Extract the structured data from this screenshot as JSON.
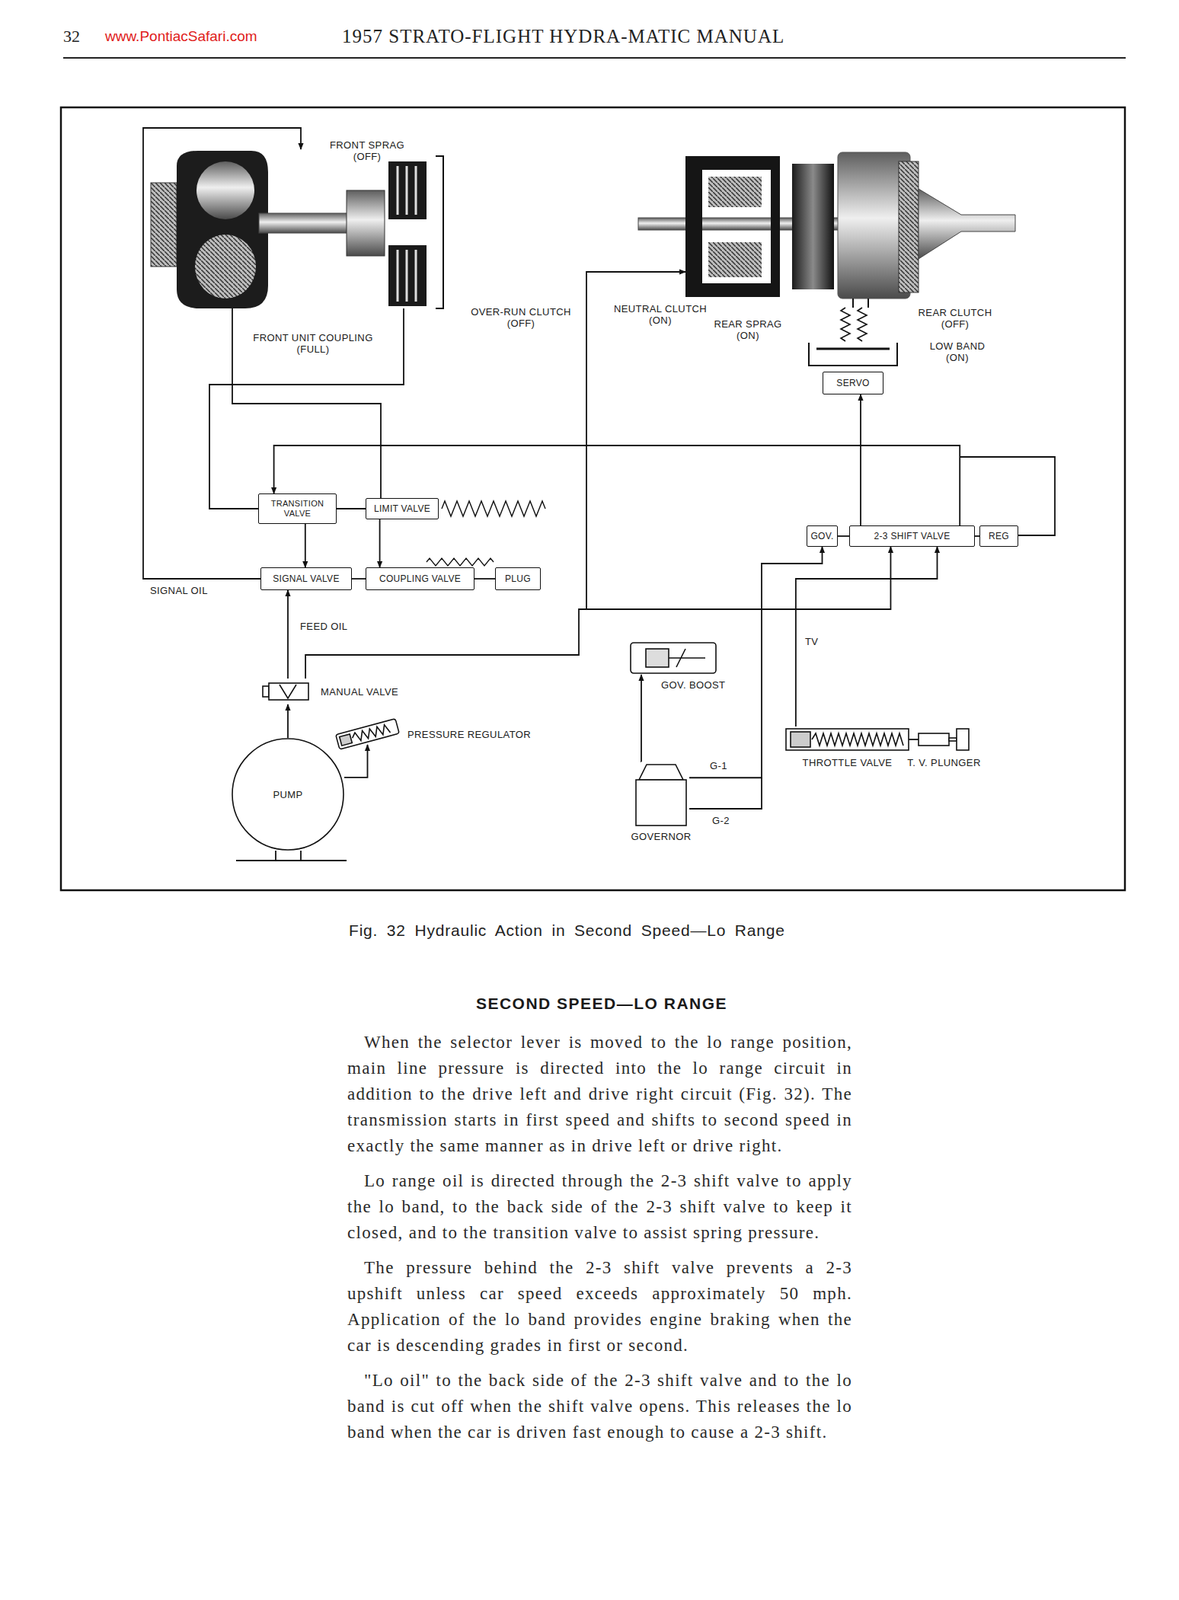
{
  "diagram": {
    "title": "SECOND SPEED—LO RANGE",
    "caption": "Fig. 32 Hydraulic Action in Second Speed—Lo Range",
    "nodes": [
      {
        "text": [
          "TRANSITION VALVE"
        ]
      },
      {
        "text": [
          "LIMIT VALVE"
        ]
      },
      {
        "text": [
          "SIGNAL VALVE"
        ]
      },
      {
        "text": [
          "COUPLING VALVE"
        ]
      },
      {
        "text": [
          "PLUG"
        ]
      },
      {
        "text": [
          "GOV."
        ]
      },
      {
        "text": [
          "2-3 SHIFT VALVE"
        ]
      },
      {
        "text": [
          "REG"
        ]
      },
      {
        "text": [
          "SERVO"
        ]
      },
      {
        "text": [
          "MANUAL VALVE"
        ]
      },
      {
        "text": [
          "PUMP"
        ]
      },
      {
        "text": [
          "PRESSURE REGULATOR"
        ]
      },
      {
        "text": [
          "GOV. BOOST"
        ]
      },
      {
        "text": [
          "GOVERNOR"
        ]
      },
      {
        "text": [
          "THROTTLE VALVE"
        ]
      },
      {
        "text": [
          "T. V. PLUNGER"
        ]
      }
    ],
    "edges": [
      {
        "from": 10,
        "to": 9,
        "arrow": "to"
      },
      {
        "from": 10,
        "to": 11,
        "arrow": "to"
      },
      {
        "from": 9,
        "to": 2,
        "label": "FEED OIL",
        "arrow": "to"
      },
      {
        "from": 9,
        "to": 6,
        "arrow": "to"
      },
      {
        "from": 13,
        "to": 5,
        "label": "G-1",
        "arrow": "to"
      },
      {
        "from": 13,
        "to": 12,
        "arrow": "to"
      },
      {
        "from": 14,
        "to": 6,
        "label": "TV",
        "arrow": "to"
      },
      {
        "from": 15,
        "to": 14,
        "arrow": "none"
      },
      {
        "from": 6,
        "to": 8,
        "arrow": "to"
      },
      {
        "from": 6,
        "to": 0,
        "arrow": "to"
      },
      {
        "from": 0,
        "to": 2,
        "arrow": "to"
      },
      {
        "from": 1,
        "to": 3,
        "arrow": "to"
      },
      {
        "from": 2,
        "to": 3,
        "arrow": "none"
      },
      {
        "from": 3,
        "to": 4,
        "arrow": "none"
      },
      {
        "from": 5,
        "to": 6,
        "arrow": "none"
      },
      {
        "from": 6,
        "to": 7,
        "arrow": "none"
      },
      {
        "from": 0,
        "to": 1,
        "arrow": "none"
      }
    ],
    "labels": [
      "32",
      "www.PontiacSafari.com",
      "1957 STRATO-FLIGHT HYDRA-MATIC MANUAL",
      "FRONT SPRAG (OFF)",
      "FRONT UNIT COUPLING (FULL)",
      "OVER-RUN CLUTCH (OFF)",
      "NEUTRAL CLUTCH (ON)",
      "REAR SPRAG (ON)",
      "REAR CLUTCH (OFF)",
      "LOW BAND (ON)",
      "SIGNAL OIL",
      "G-2",
      "When the selector lever is moved to the lo range position, main line pressure is directed into the lo range circuit in addition to the drive left and drive right circuit (Fig. 32). The transmission starts in first speed and shifts to second speed in exactly the same manner as in drive left or drive right.",
      "Lo range oil is directed through the 2-3 shift valve to apply the lo band, to the back side of the 2-3 shift valve to keep it closed, and to the transition valve to assist spring pressure.",
      "The pressure behind the 2-3 shift valve prevents a 2-3 upshift unless car speed exceeds approximately 50 mph. Application of the lo band provides engine braking when the car is descending grades in first or second.",
      "\"Lo oil\" to the back side of the 2-3 shift valve and to the lo band is cut off when the shift valve opens. This releases the lo band when the car is driven fast enough to cause a 2-3 shift."
    ]
  }
}
